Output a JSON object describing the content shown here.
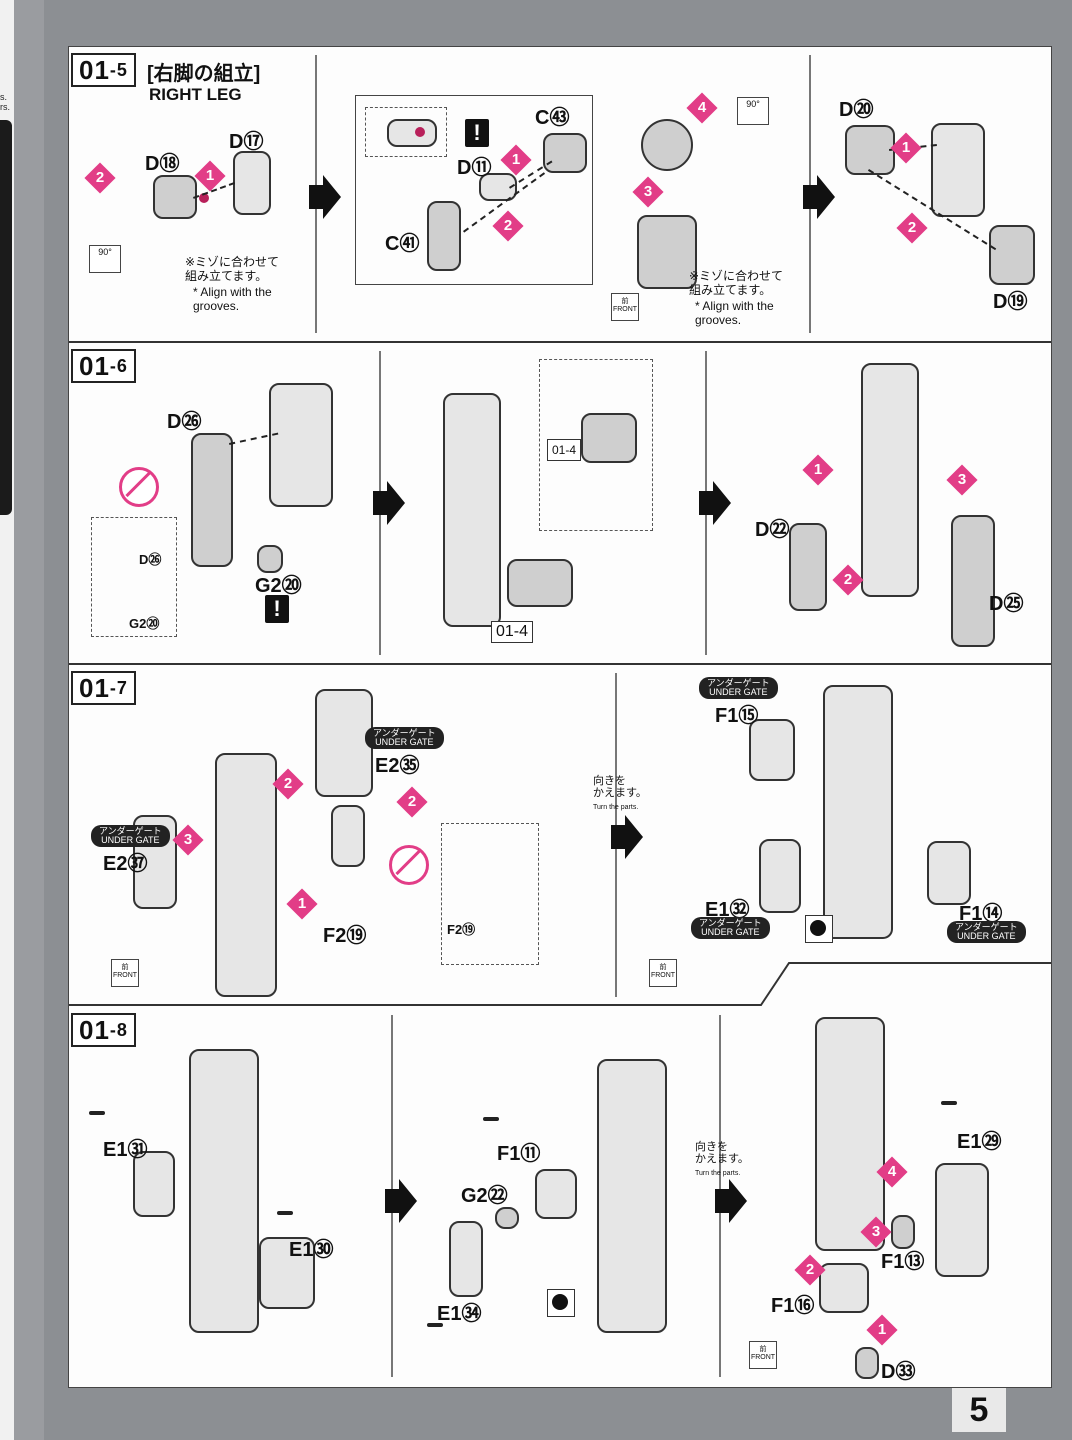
{
  "left_edge": {
    "text": "s.\nrs."
  },
  "steps": {
    "s1": {
      "number": "01",
      "sub": "-5",
      "title_jp": "[右脚の組立]",
      "title_en": "RIGHT LEG",
      "note_jp": "※ミゾに合わせて\n組み立てます。",
      "note_en": "* Align with the\ngrooves.",
      "labels": [
        "D⑱",
        "D⑰",
        "D⑪",
        "C㊸",
        "C㊶",
        "D⑳",
        "D⑲"
      ],
      "rot_label": "90°",
      "front_label": "前\nFRONT"
    },
    "s2": {
      "number": "01",
      "sub": "-6",
      "labels": [
        "D㉖",
        "D㉖",
        "G2⑳",
        "G2⑳",
        "D㉒",
        "D㉕"
      ],
      "ref": "01-4"
    },
    "s3": {
      "number": "01",
      "sub": "-7",
      "gate_jp": "アンダーゲート",
      "gate_en": "UNDER GATE",
      "labels": [
        "E2㉟",
        "E2㊲",
        "F2⑲",
        "F2⑲",
        "F1⑮",
        "E1㉜",
        "F1⑭"
      ],
      "turn_jp": "向きを\nかえます。",
      "turn_en": "Turn the parts.",
      "front_label": "前\nFRONT"
    },
    "s4": {
      "number": "01",
      "sub": "-8",
      "labels": [
        "E1㉛",
        "E1㉚",
        "F1⑪",
        "G2㉒",
        "E1㉞",
        "E1㉙",
        "F1⑬",
        "F1⑯",
        "D㉝"
      ],
      "turn_jp": "向きを\nかえます。",
      "turn_en": "Turn the parts.",
      "front_label": "前\nFRONT"
    }
  },
  "markers": [
    "1",
    "2",
    "3",
    "4"
  ],
  "warn": "!",
  "page_number": "5"
}
